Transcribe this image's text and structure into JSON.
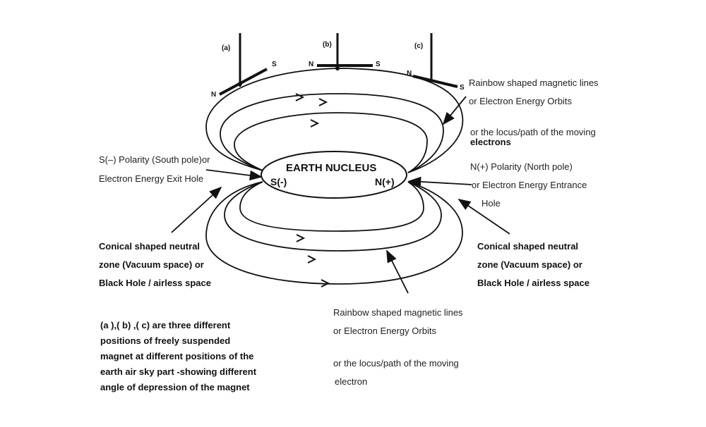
{
  "magnets": [
    {
      "label": "(a)",
      "n": "N",
      "s": "S"
    },
    {
      "label": "(b)",
      "n": "N",
      "s": "S"
    },
    {
      "label": "(c)",
      "n": "N",
      "s": "S"
    }
  ],
  "nucleus": {
    "title": "EARTH NUCLEUS",
    "south": "S(-)",
    "north": "N(+)"
  },
  "top_right_note": [
    "Rainbow shaped magnetic lines",
    "or Electron Energy Orbits",
    "or the locus/path of the moving",
    "electrons"
  ],
  "south_note": [
    "S(–) Polarity (South pole)or",
    "Electron Energy Exit Hole"
  ],
  "north_note": [
    "N(+) Polarity (North pole)",
    "or Electron Energy Entrance",
    "Hole"
  ],
  "left_cone_note": [
    "Conical shaped neutral",
    "zone (Vacuum space) or",
    "Black Hole / airless space"
  ],
  "right_cone_note": [
    "Conical shaped neutral",
    "zone (Vacuum space) or",
    "Black Hole / airless space"
  ],
  "bottom_note": [
    "Rainbow shaped magnetic lines",
    "or Electron Energy Orbits",
    "or the locus/path of the moving",
    "electron"
  ],
  "caption": [
    "(a ),( b) ,( c) are three different",
    "positions of freely suspended",
    "magnet at different positions of the",
    "earth air sky part -showing different",
    "angle of depression of the magnet"
  ]
}
